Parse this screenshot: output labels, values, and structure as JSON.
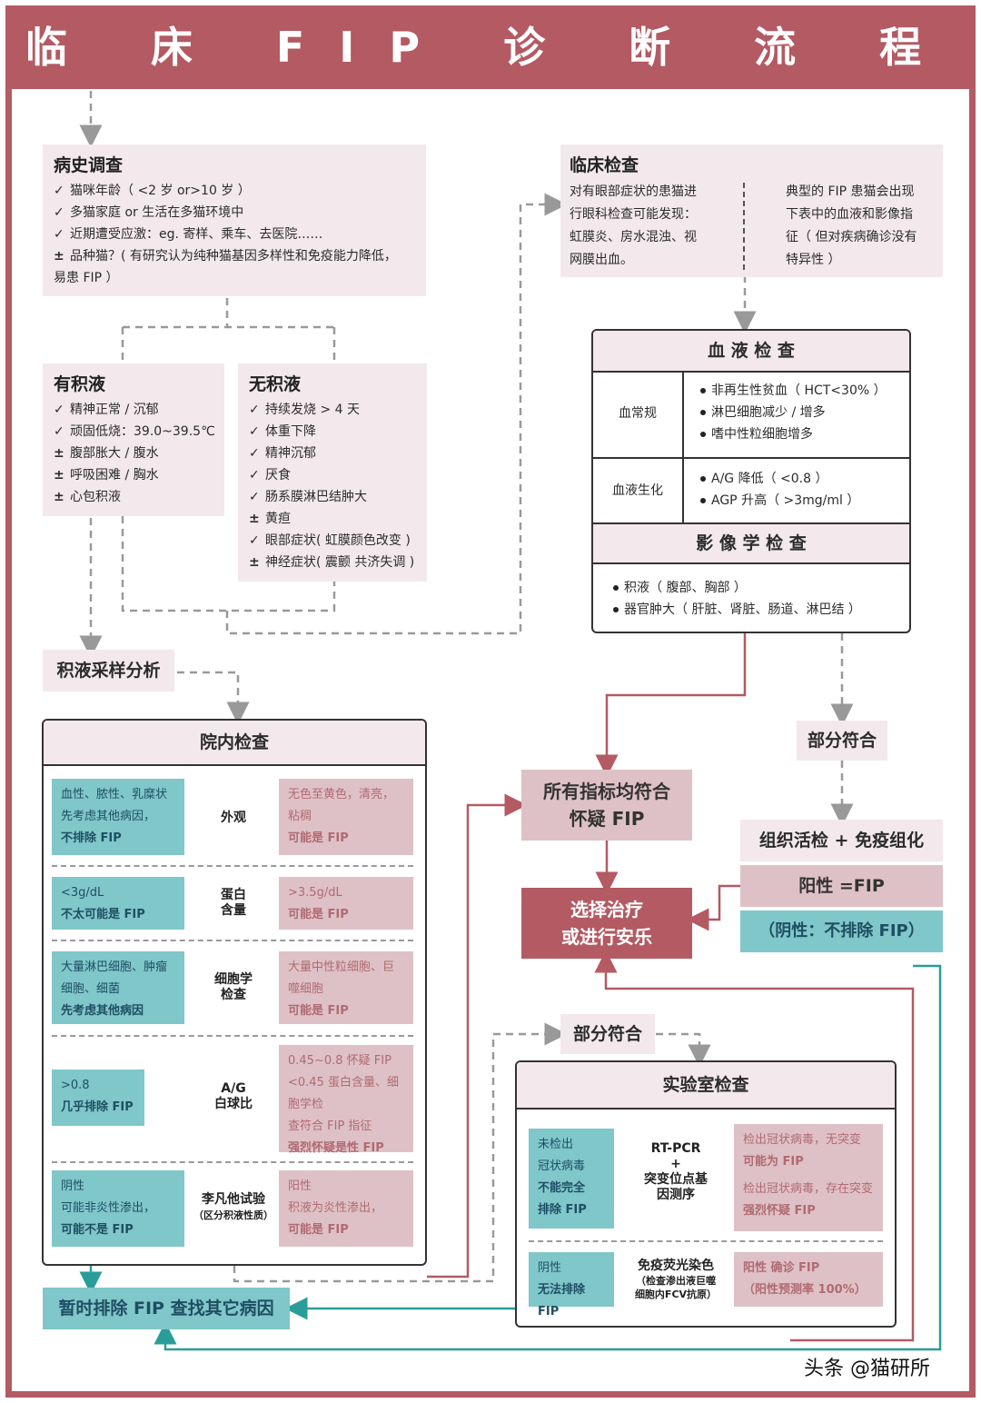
{
  "title": "临 床 FIP 诊 断 流 程",
  "history": {
    "title": "病史调查",
    "items": [
      {
        "mark": "✓",
        "text": "猫咪年龄（ <2 岁 or>10 岁 ）"
      },
      {
        "mark": "✓",
        "text": "多猫家庭 or 生活在多猫环境中"
      },
      {
        "mark": "✓",
        "text": "近期遭受应激：eg. 寄样、乘车、去医院……"
      },
      {
        "mark": "±",
        "text": "品种猫？( 有研究认为纯种猫基因多样性和免疫能力降低，"
      }
    ],
    "tail": "易患 FIP ）"
  },
  "clinical": {
    "title": "临床检查",
    "left": [
      "对有眼部症状的患猫进",
      "行眼科检查可能发现：",
      "虹膜炎、房水混浊、视",
      "网膜出血。"
    ],
    "right": [
      "典型的 FIP 患猫会出现",
      "下表中的血液和影像指",
      "征（ 但对疾病确诊没有",
      "特异性 ）"
    ]
  },
  "effusion": {
    "title": "有积液",
    "items": [
      {
        "mark": "✓",
        "text": "精神正常 / 沉郁"
      },
      {
        "mark": "✓",
        "text": "顽固低烧：39.0~39.5℃"
      },
      {
        "mark": "±",
        "text": "腹部胀大 / 腹水"
      },
      {
        "mark": "±",
        "text": "呼吸困难 / 胸水"
      },
      {
        "mark": "±",
        "text": "心包积液"
      }
    ]
  },
  "no_effusion": {
    "title": "无积液",
    "items": [
      {
        "mark": "✓",
        "text": "持续发烧 > 4 天"
      },
      {
        "mark": "✓",
        "text": "体重下降"
      },
      {
        "mark": "✓",
        "text": "精神沉郁"
      },
      {
        "mark": "✓",
        "text": "厌食"
      },
      {
        "mark": "✓",
        "text": "肠系膜淋巴结肿大"
      },
      {
        "mark": "±",
        "text": "黄疸"
      },
      {
        "mark": "✓",
        "text": "眼部症状( 虹膜颜色改变 )"
      },
      {
        "mark": "±",
        "text": "神经症状( 震颤 共济失调 )"
      }
    ]
  },
  "blood": {
    "title": "血 液 检 查",
    "rows": [
      {
        "label": "血常规",
        "items": [
          "非再生性贫血（ HCT<30% ）",
          "淋巴细胞减少 / 增多",
          "嗜中性粒细胞增多"
        ]
      },
      {
        "label": "血液生化",
        "items": [
          "A/G 降低（ <0.8 ）",
          "AGP 升高（ >3mg/ml ）"
        ]
      }
    ],
    "imaging_title": "影 像 学 检 查",
    "imaging_items": [
      "积液（ 腹部、胸部 ）",
      "器官肿大（ 肝脏、肾脏、肠道、淋巴结 ）"
    ]
  },
  "sampling": "积液采样分析",
  "inhouse": {
    "title": "院内检查",
    "rows": [
      {
        "left": [
          "血性、脓性、乳糜状",
          "先考虑其他病因，"
        ],
        "left_bold": "不排除 FIP",
        "mid": [
          "外观"
        ],
        "right": [
          "无色至黄色，清亮，",
          "粘稠"
        ],
        "right_bold": "可能是 FIP"
      },
      {
        "left": [
          "<3g/dL"
        ],
        "left_bold": "不太可能是 FIP",
        "mid": [
          "蛋白",
          "含量"
        ],
        "right": [
          ">3.5g/dL"
        ],
        "right_bold": "可能是 FIP"
      },
      {
        "left": [
          "大量淋巴细胞、肿瘤",
          "细胞、细菌"
        ],
        "left_bold": "先考虑其他病因",
        "mid": [
          "细胞学",
          "检查"
        ],
        "right": [
          "大量中性粒细胞、巨",
          "噬细胞"
        ],
        "right_bold": "可能是 FIP"
      },
      {
        "left": [
          ">0.8"
        ],
        "left_bold": "几乎排除 FIP",
        "mid": [
          "A/G",
          "白球比"
        ],
        "right": [
          "0.45~0.8 怀疑 FIP",
          "<0.45 蛋白含量、细胞学检",
          "查符合 FIP 指征"
        ],
        "right_bold": "强烈怀疑是性 FIP"
      },
      {
        "left": [
          "阴性",
          "可能非炎性渗出，"
        ],
        "left_bold": "可能不是 FIP",
        "mid": [
          "李凡他试验",
          "（区分积液性质）"
        ],
        "right": [
          "阳性",
          "积液为炎性渗出，"
        ],
        "right_bold": "可能是 FIP"
      }
    ]
  },
  "all_match": [
    "所有指标均符合",
    "怀疑 FIP"
  ],
  "partial_1": "部分符合",
  "biopsy": "组织活检 + 免疫组化",
  "positive": "阳性 =FIP",
  "negative": "（阴性：不排除 FIP）",
  "treatment": [
    "选择治疗",
    "或进行安乐"
  ],
  "partial_2": "部分符合",
  "lab": {
    "title": "实验室检查",
    "rows": [
      {
        "left": [
          "未检出",
          "冠状病毒"
        ],
        "left_bold": [
          "不能完全",
          "排除 FIP"
        ],
        "mid": [
          "RT-PCR",
          "+",
          "突变位点基",
          "因测序"
        ],
        "right": [
          {
            "t": "检出冠状病毒，无突变",
            "b": false
          },
          {
            "t": "可能为 FIP",
            "b": true
          },
          {
            "t": "检出冠状病毒，存在突变",
            "b": false
          },
          {
            "t": "强烈怀疑 FIP",
            "b": true
          }
        ]
      },
      {
        "left": [
          "阴性"
        ],
        "left_bold": [
          "无法排除 FIP"
        ],
        "mid": [
          "免疫荧光染色",
          "（检查渗出液巨噬",
          "细胞内FCV抗原）"
        ],
        "right": [
          {
            "t": "阳性 确诊 FIP",
            "b": true
          },
          {
            "t": "（阳性预测率 100%）",
            "b": true
          }
        ]
      }
    ]
  },
  "exclude": "暂时排除 FIP 查找其它病因",
  "watermark": "头条 @猫研所",
  "colors": {
    "frame": "#b35a63",
    "pink": "#f3e8ec",
    "teal": "#7fc7c9",
    "rose": "#dec1c6",
    "dark_red": "#b35a63",
    "teal_line": "#2a9d9a"
  }
}
